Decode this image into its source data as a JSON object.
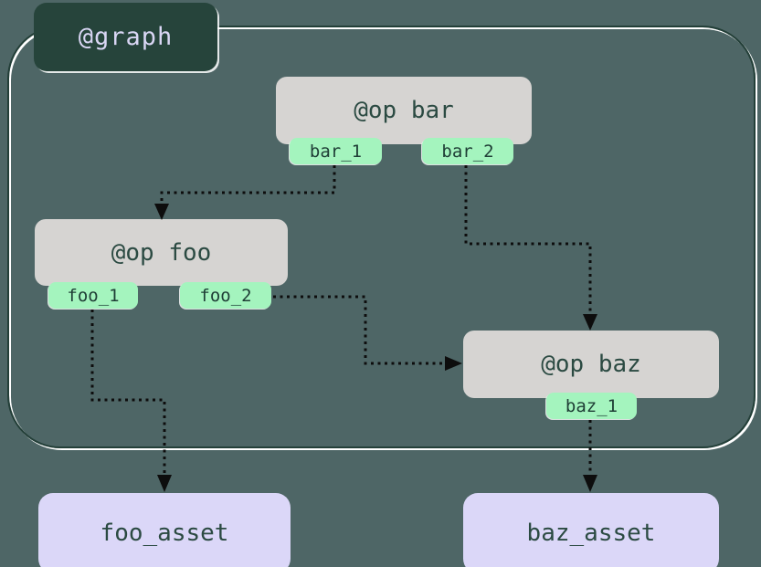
{
  "diagram": {
    "graph_label": "@graph",
    "ops": [
      {
        "title": "@op bar",
        "outputs": [
          "bar_1",
          "bar_2"
        ]
      },
      {
        "title": "@op foo",
        "outputs": [
          "foo_1",
          "foo_2"
        ]
      },
      {
        "title": "@op baz",
        "outputs": [
          "baz_1"
        ]
      }
    ],
    "assets": [
      {
        "label": "foo_asset"
      },
      {
        "label": "baz_asset"
      }
    ],
    "edges": [
      {
        "from": "bar_1",
        "to": "@op foo"
      },
      {
        "from": "bar_2",
        "to": "@op baz"
      },
      {
        "from": "foo_2",
        "to": "@op baz"
      },
      {
        "from": "foo_1",
        "to": "foo_asset"
      },
      {
        "from": "baz_1",
        "to": "baz_asset"
      }
    ],
    "colors": {
      "background": "#4e6666",
      "graph_border": "#233f38",
      "graph_label_bg": "#26443b",
      "graph_label_text": "#d9d6f4",
      "op_bg": "#d6d4d2",
      "op_text": "#2b4a42",
      "output_tab_bg": "#a4f4be",
      "output_tab_text": "#1e3d35",
      "asset_bg": "#dbd7f8",
      "asset_text": "#2b4a42",
      "edge": "#0d0d0d",
      "highlight": "#ffffff"
    }
  }
}
